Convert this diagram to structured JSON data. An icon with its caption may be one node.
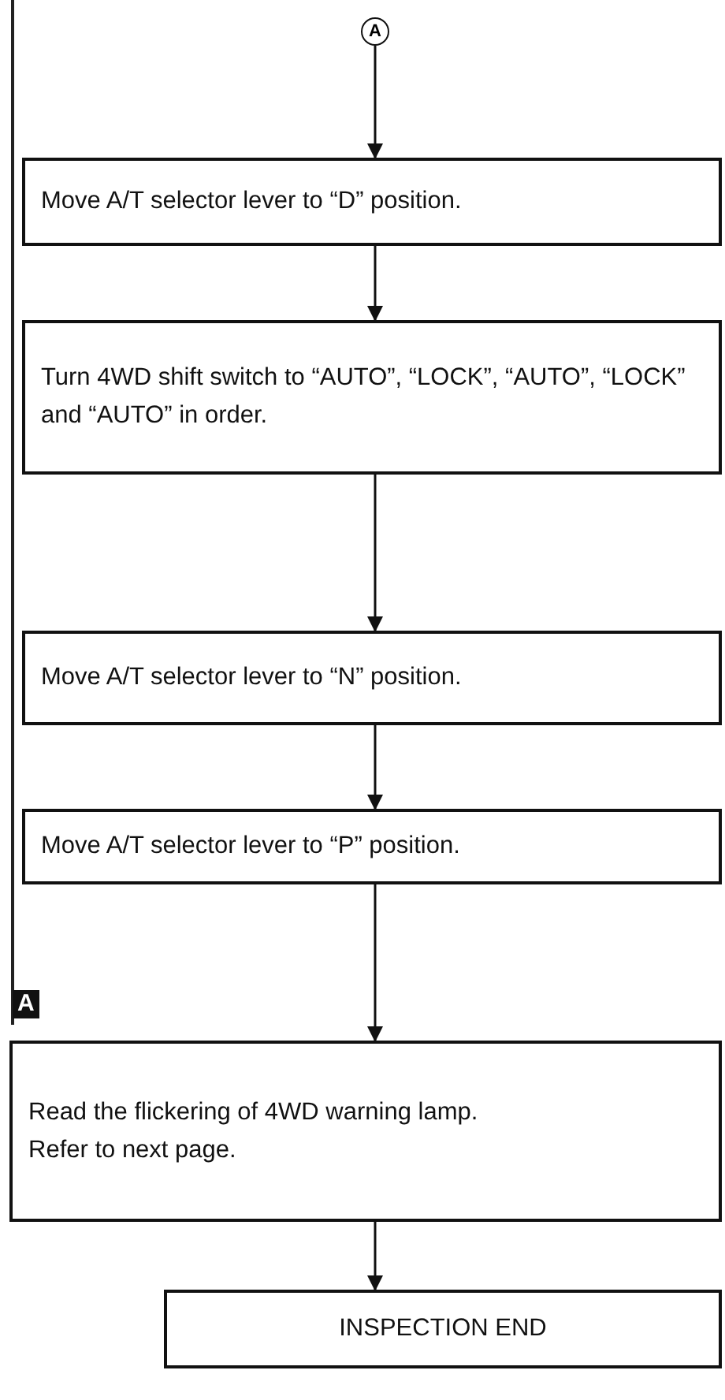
{
  "diagram": {
    "nodes": [
      {
        "text": [
          "A"
        ]
      },
      {
        "text": [
          "Move A/T selector lever to “D” position."
        ]
      },
      {
        "text": [
          "Turn 4WD shift switch to “AUTO”, “LOCK”, “AUTO”, “LOCK” and “AUTO” in order."
        ]
      },
      {
        "text": [
          "Move A/T selector lever to “N” position."
        ]
      },
      {
        "text": [
          "Move A/T selector lever to “P” position."
        ]
      },
      {
        "text": [
          "Read the flickering of 4WD warning lamp.",
          "Refer to next page."
        ]
      },
      {
        "text": [
          "INSPECTION END"
        ]
      }
    ],
    "edges": [
      {
        "from": 0,
        "to": 1,
        "arrow": "to"
      },
      {
        "from": 1,
        "to": 2,
        "arrow": "to"
      },
      {
        "from": 2,
        "to": 3,
        "arrow": "to"
      },
      {
        "from": 3,
        "to": 4,
        "arrow": "to"
      },
      {
        "from": 4,
        "to": 5,
        "arrow": "to"
      },
      {
        "from": 5,
        "to": 6,
        "arrow": "to"
      }
    ],
    "labels": [
      "A"
    ]
  }
}
